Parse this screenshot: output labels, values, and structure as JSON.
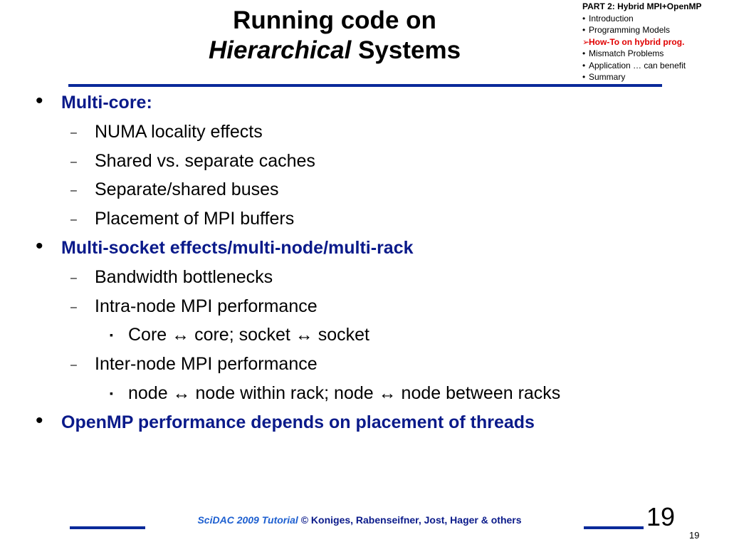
{
  "title": {
    "line1": "Running code on",
    "line2_italic": "Hierarchical",
    "line2_rest": " Systems"
  },
  "outline": {
    "heading": "PART 2: Hybrid MPI+OpenMP",
    "items": [
      {
        "label": "Introduction",
        "current": false
      },
      {
        "label": "Programming Models",
        "current": false
      },
      {
        "label": "How-To on hybrid prog.",
        "current": true
      },
      {
        "label": "Mismatch Problems",
        "current": false
      },
      {
        "label": "Application … can benefit",
        "current": false
      },
      {
        "label": "Summary",
        "current": false
      }
    ]
  },
  "bullets": [
    {
      "level": 1,
      "text": "Multi-core:"
    },
    {
      "level": 2,
      "text": "NUMA locality effects"
    },
    {
      "level": 2,
      "text": "Shared vs. separate caches"
    },
    {
      "level": 2,
      "text": "Separate/shared buses"
    },
    {
      "level": 2,
      "text": "Placement of MPI buffers"
    },
    {
      "level": 1,
      "text": "Multi-socket effects/multi-node/multi-rack"
    },
    {
      "level": 2,
      "text": "Bandwidth bottlenecks"
    },
    {
      "level": 2,
      "text": "Intra-node MPI performance"
    },
    {
      "level": 3,
      "text": "Core ↔ core; socket ↔ socket"
    },
    {
      "level": 2,
      "text": "Inter-node MPI performance"
    },
    {
      "level": 3,
      "text": "node ↔ node within rack; node ↔ node between racks"
    },
    {
      "level": 1,
      "text": "OpenMP performance depends on placement of threads"
    }
  ],
  "markers": {
    "level1": "•",
    "level2": "–",
    "level3": "▪",
    "current_item": "➢",
    "item": "•"
  },
  "footer": {
    "italic": "SciDAC 2009 Tutorial",
    "rest": " © Koniges, Rabenseifner, Jost, Hager & others"
  },
  "page_number_large": "19",
  "page_number_small": "19",
  "colors": {
    "rule": "#0a2a9a",
    "heading_text": "#0a1a8a",
    "current_item": "#e00000"
  }
}
